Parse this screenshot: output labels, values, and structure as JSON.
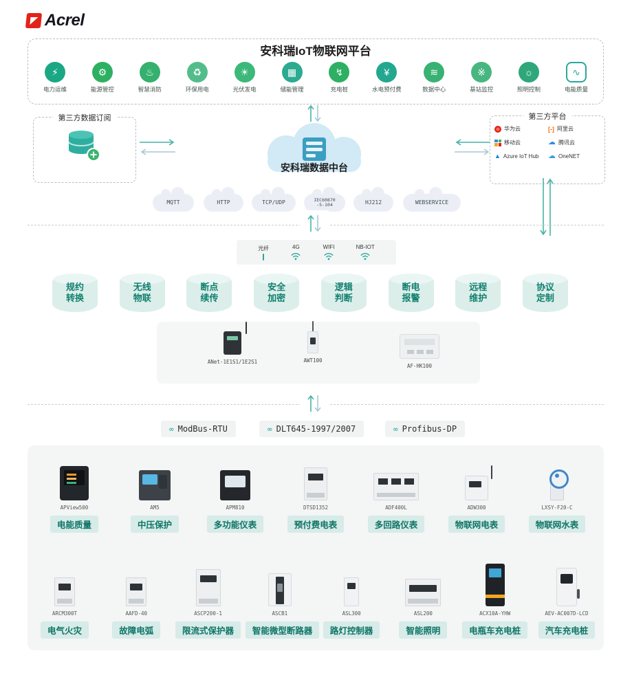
{
  "brand": {
    "name": "Acrel"
  },
  "platform": {
    "title": "安科瑞IoT物联网平台",
    "apps": [
      {
        "label": "电力运维",
        "icon": "power-om-icon",
        "glyph": "⚡"
      },
      {
        "label": "能源管控",
        "icon": "energy-mgmt-icon",
        "glyph": "⚙"
      },
      {
        "label": "智慧消防",
        "icon": "smart-fire-icon",
        "glyph": "♨"
      },
      {
        "label": "环保用电",
        "icon": "green-power-icon",
        "glyph": "♻"
      },
      {
        "label": "光伏发电",
        "icon": "pv-generation-icon",
        "glyph": "☀"
      },
      {
        "label": "储能管理",
        "icon": "energy-storage-icon",
        "glyph": "▦"
      },
      {
        "label": "充电桩",
        "icon": "charging-pile-icon",
        "glyph": "↯"
      },
      {
        "label": "水电预付费",
        "icon": "prepaid-icon",
        "glyph": "¥"
      },
      {
        "label": "数据中心",
        "icon": "data-center-icon",
        "glyph": "≋"
      },
      {
        "label": "基站监控",
        "icon": "base-station-icon",
        "glyph": "※"
      },
      {
        "label": "照明控制",
        "icon": "lighting-icon",
        "glyph": "☼"
      },
      {
        "label": "电能质量",
        "icon": "power-quality-icon",
        "glyph": "∿"
      }
    ]
  },
  "subscription": {
    "title": "第三方数据订阅"
  },
  "datacenter": {
    "label": "安科瑞数据中台"
  },
  "thirdparty": {
    "title": "第三方平台",
    "providers": [
      {
        "name": "华为云"
      },
      {
        "name": "阿里云",
        "glyph": "[-]"
      },
      {
        "name": "移动云"
      },
      {
        "name": "腾讯云",
        "glyph": "☁"
      },
      {
        "name": "Azure IoT Hub",
        "glyph": "▲"
      },
      {
        "name": "OneNET",
        "glyph": "☁"
      }
    ]
  },
  "protocol_clouds": [
    {
      "label": "MQTT"
    },
    {
      "label": "HTTP"
    },
    {
      "label": "TCP/UDP"
    },
    {
      "label": "IEC60870\n-5-104"
    },
    {
      "label": "HJ212"
    },
    {
      "label": "WEBSERVICE"
    }
  ],
  "connectivity": [
    {
      "label": "光纤",
      "icon": "fiber-icon"
    },
    {
      "label": "4G",
      "icon": "wifi-icon"
    },
    {
      "label": "WIFI",
      "icon": "wifi-icon"
    },
    {
      "label": "NB-IOT",
      "icon": "wifi-icon"
    }
  ],
  "features": [
    {
      "label": "规约\n转换"
    },
    {
      "label": "无线\n物联"
    },
    {
      "label": "断点\n续传"
    },
    {
      "label": "安全\n加密"
    },
    {
      "label": "逻辑\n判断"
    },
    {
      "label": "断电\n报警"
    },
    {
      "label": "远程\n维护"
    },
    {
      "label": "协议\n定制"
    }
  ],
  "gateways": [
    {
      "model": "ANet-1E1S1/1E2S1"
    },
    {
      "model": "AWT100"
    },
    {
      "model": "AF-HK100"
    }
  ],
  "field_protocols": {
    "link_glyph": "∞",
    "items": [
      {
        "label": "ModBus-RTU"
      },
      {
        "label": "DLT645-1997/2007"
      },
      {
        "label": "Profibus-DP"
      }
    ]
  },
  "products": {
    "row1": [
      {
        "model": "APView500",
        "category": "电能质量"
      },
      {
        "model": "AM5",
        "category": "中压保护"
      },
      {
        "model": "APM810",
        "category": "多功能仪表"
      },
      {
        "model": "DTSD1352",
        "category": "预付费电表"
      },
      {
        "model": "ADF400L",
        "category": "多回路仪表"
      },
      {
        "model": "ADW300",
        "category": "物联网电表"
      },
      {
        "model": "LXSY-F20-C",
        "category": "物联网水表"
      }
    ],
    "row2": [
      {
        "model": "ARCM300T",
        "category": "电气火灾"
      },
      {
        "model": "AAFD-40",
        "category": "故障电弧"
      },
      {
        "model": "ASCP200-1",
        "category": "限流式保护器"
      },
      {
        "model": "ASCB1",
        "category": "智能微型断路器"
      },
      {
        "model": "ASL300",
        "category": "路灯控制器"
      },
      {
        "model": "ASL200",
        "category": "智能照明"
      },
      {
        "model": "ACX10A-YHW",
        "category": "电瓶车充电桩"
      },
      {
        "model": "AEV-AC007D-LCD",
        "category": "汽车充电桩"
      }
    ]
  },
  "colors": {
    "accent_teal": "#2aa79b",
    "arrow_teal": "#45b4a7",
    "label_bg": "#d7ebe8",
    "label_text": "#0e7466",
    "brand_red": "#e2231a",
    "cloud_blue": "#d2e9f6",
    "icon_green": "#2eb062"
  }
}
